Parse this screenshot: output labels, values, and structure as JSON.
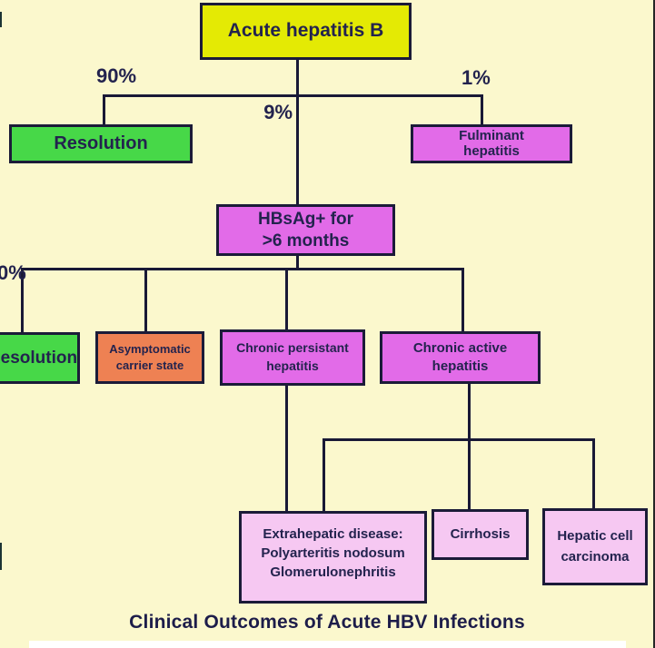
{
  "diagram": {
    "caption": "Clinical Outcomes of Acute HBV Infections",
    "labels": {
      "pct90": "90%",
      "pct9": "9%",
      "pct1": "1%",
      "pct0": "0%"
    },
    "nodes": {
      "acute": {
        "lines": [
          "Acute hepatitis B"
        ],
        "fill": "#e4ea04"
      },
      "resolution_top": {
        "lines": [
          "Resolution"
        ],
        "fill": "#47d848"
      },
      "fulminant": {
        "lines": [
          "Fulminant",
          "hepatitis"
        ],
        "fill": "#e26be8"
      },
      "hbsag": {
        "lines": [
          "HBsAg+ for",
          ">6 months"
        ],
        "fill": "#e26be8"
      },
      "resolution_mid": {
        "lines": [
          "Resolution"
        ],
        "fill": "#47d848"
      },
      "asymptomatic": {
        "lines": [
          "Asymptomatic",
          "carrier state"
        ],
        "fill": "#ee8153"
      },
      "chronic_persistant": {
        "lines": [
          "Chronic persistant",
          "hepatitis"
        ],
        "fill": "#e26be8"
      },
      "chronic_active": {
        "lines": [
          "Chronic active",
          "hepatitis"
        ],
        "fill": "#e26be8"
      },
      "extrahepatic": {
        "lines": [
          "Extrahepatic disease:",
          "Polyarteritis nodosum",
          "Glomerulonephritis"
        ],
        "fill": "#f6c8f2"
      },
      "cirrhosis": {
        "lines": [
          "Cirrhosis"
        ],
        "fill": "#f6c8f2"
      },
      "carcinoma": {
        "lines": [
          "Hepatic cell",
          "carcinoma"
        ],
        "fill": "#f6c8f2"
      }
    },
    "colors": {
      "background": "#fbf8cd",
      "line": "#191936",
      "text": "#23234e",
      "box_border": "#1b1b38",
      "yellow": "#e4ea04",
      "green": "#47d848",
      "magenta": "#e26be8",
      "orange": "#ee8153",
      "light_pink": "#f6c8f2",
      "bottom_strip": "#ffffff"
    }
  }
}
